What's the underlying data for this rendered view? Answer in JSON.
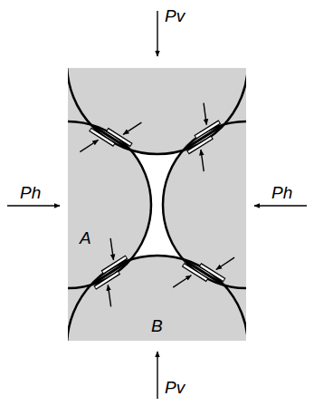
{
  "diagram": {
    "labels": [
      "Pv",
      "Ph",
      "Ph",
      "A",
      "B",
      "Pv"
    ]
  }
}
